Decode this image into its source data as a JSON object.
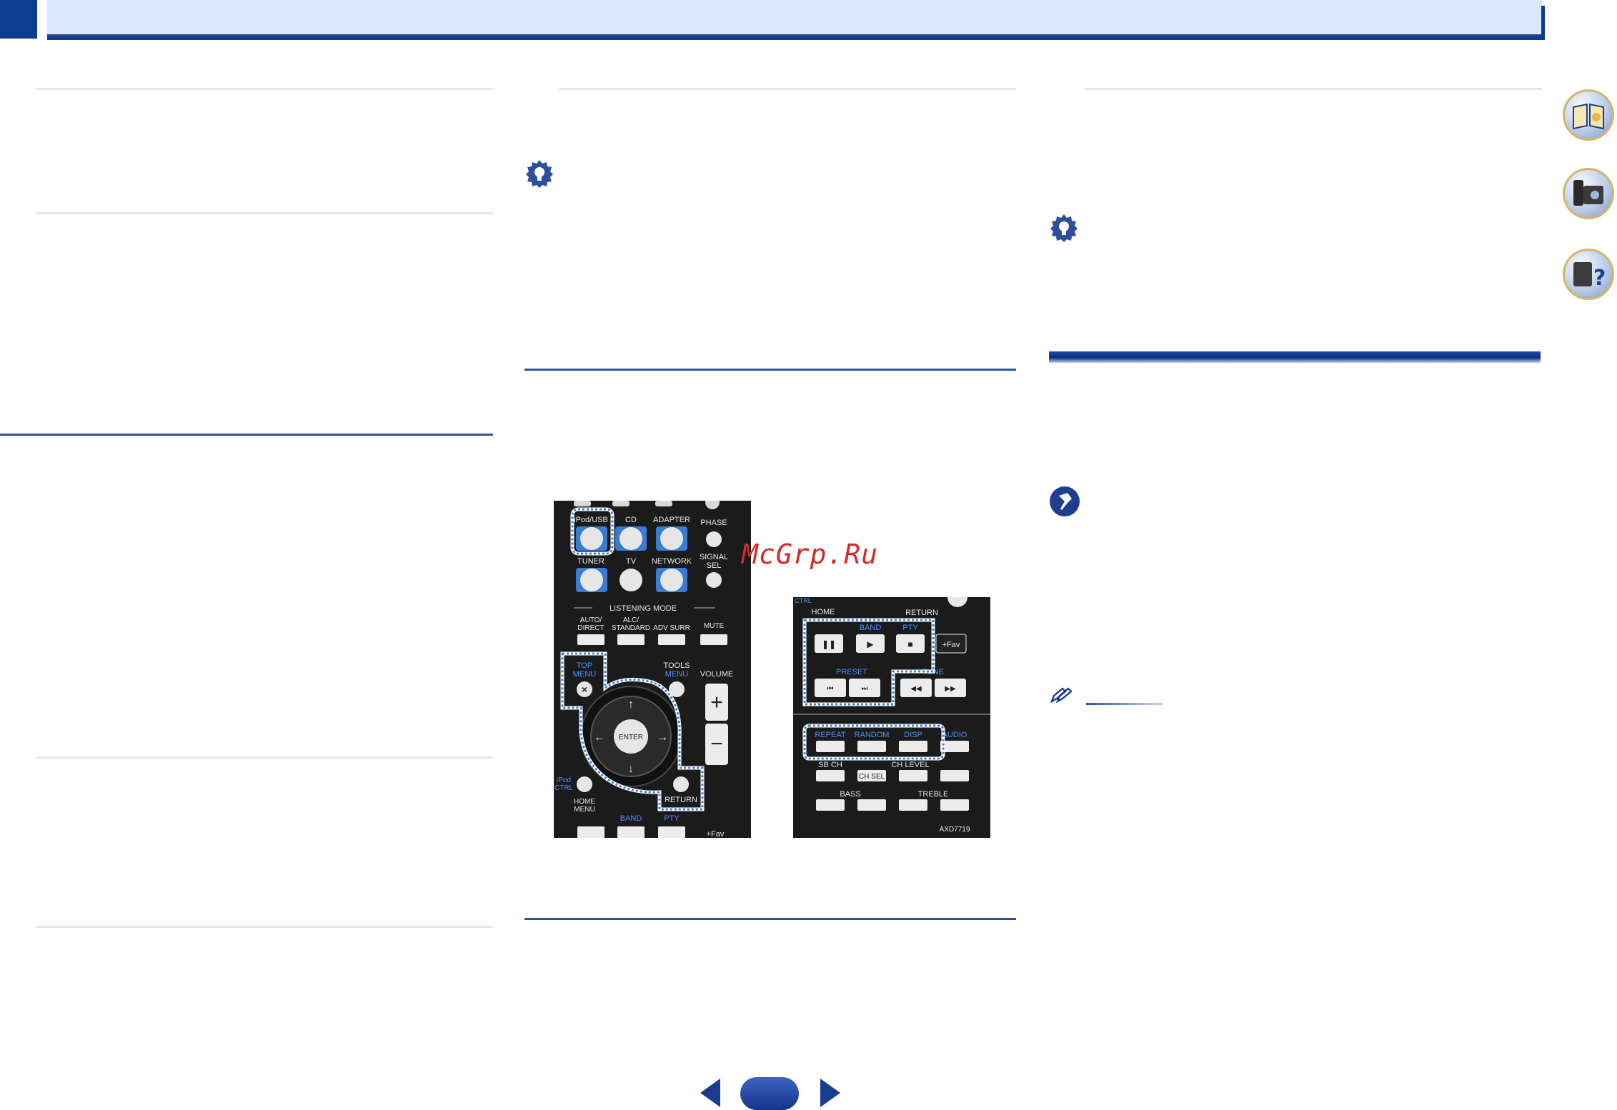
{
  "watermark": "McGrp.Ru",
  "navigation": {
    "prev_icon": "left-triangle-icon",
    "next_icon": "right-triangle-icon",
    "side_icons": [
      "manual-book-icon",
      "remote-receiver-icon",
      "faq-question-icon"
    ]
  },
  "remote_left": {
    "buttons": {
      "ipod_usb": "iPod/USB",
      "cd": "CD",
      "adapter": "ADAPTER",
      "phase": "PHASE",
      "tuner": "TUNER",
      "tv": "TV",
      "network": "NETWORK",
      "signal_sel_1": "SIGNAL",
      "signal_sel_2": "SEL",
      "listening_mode": "LISTENING MODE",
      "auto_direct_1": "AUTO/",
      "auto_direct_2": "DIRECT",
      "alc_standard_1": "ALC/",
      "alc_standard_2": "STANDARD",
      "adv_surr": "ADV SURR",
      "mute": "MUTE",
      "top_menu_1": "TOP",
      "top_menu_2": "MENU",
      "tools_menu_1": "TOOLS",
      "tools_menu_2": "MENU",
      "volume": "VOLUME",
      "enter": "ENTER",
      "return": "RETURN",
      "ipod_ctrl_1": "iPod",
      "ipod_ctrl_2": "CTRL",
      "home_menu_1": "HOME",
      "home_menu_2": "MENU",
      "band": "BAND",
      "pty": "PTY",
      "fav": "+Fav"
    }
  },
  "remote_right": {
    "buttons": {
      "ctrl": "CTRL",
      "home": "HOME",
      "return": "RETURN",
      "band": "BAND",
      "pty": "PTY",
      "fav": "+Fav",
      "preset": "PRESET",
      "tune": "TUNE",
      "repeat": "REPEAT",
      "random": "RANDOM",
      "disp": "DISP",
      "audio": "AUDIO",
      "sb_ch": "SB CH",
      "ch_sel": "CH SEL",
      "ch_level": "CH LEVEL",
      "bass": "BASS",
      "treble": "TREBLE",
      "model": "AXD7719"
    }
  },
  "colors": {
    "accent": "#0b3e8f",
    "header_band": "#dde6ff",
    "remote_label_blue": "#3a7bd5",
    "watermark": "#d22b2b"
  }
}
